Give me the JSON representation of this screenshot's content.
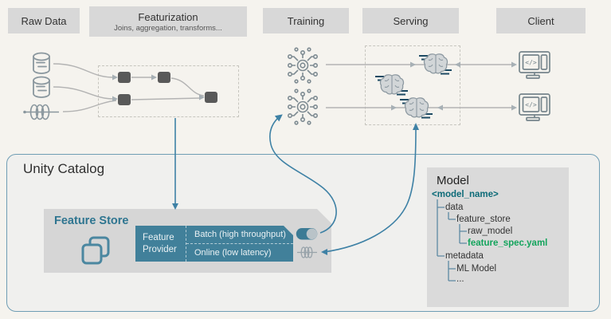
{
  "columns": [
    {
      "label": "Raw Data"
    },
    {
      "label": "Featurization",
      "sublabel": "Joins, aggregation, transforms..."
    },
    {
      "label": "Training"
    },
    {
      "label": "Serving"
    },
    {
      "label": "Client"
    }
  ],
  "unity_catalog": {
    "title": "Unity Catalog"
  },
  "feature_store": {
    "title": "Feature Store",
    "provider_label": "Feature Provider",
    "rows": [
      {
        "label": "Batch (high throughput)"
      },
      {
        "label": "Online (low latency)"
      }
    ]
  },
  "model": {
    "title": "Model",
    "tree": [
      {
        "label": "<model_name>"
      },
      {
        "label": "data"
      },
      {
        "label": "feature_store"
      },
      {
        "label": "raw_model"
      },
      {
        "label": "feature_spec.yaml"
      },
      {
        "label": "metadata"
      },
      {
        "label": "ML Model"
      },
      {
        "label": "..."
      }
    ]
  },
  "client": {
    "code_glyph": "</>"
  },
  "icons": {
    "raw_data": [
      "database-icon",
      "database-icon",
      "stream-icon"
    ],
    "featurization": [
      "feature-node-square"
    ],
    "training": [
      "ai-gear-circuit-icon"
    ],
    "serving": [
      "fast-brain-icon"
    ],
    "client": [
      "code-monitor-icon"
    ],
    "feature_store": [
      "layers-icon",
      "batch-drum-icon",
      "online-stream-icon"
    ]
  },
  "colors": {
    "background": "#f5f3ee",
    "header_gray": "#d8d8d8",
    "accent_teal": "#41809a",
    "arrow_teal": "#3e81a5",
    "feature_store_title_teal": "#2e7590",
    "model_name_teal": "#0d6b78",
    "yaml_green": "#13a45c",
    "unity_border_blue": "#6f9db4",
    "dark_square_gray": "#595959",
    "icon_gray": "#7e8b92",
    "speed_line_navy": "#1d4a63",
    "connector_gray": "#b3b3b3"
  }
}
